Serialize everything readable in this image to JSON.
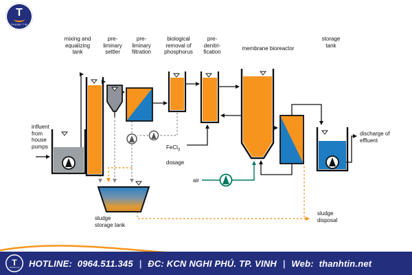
{
  "logo": {
    "letter": "T",
    "company": "THANH TIN"
  },
  "stages": [
    {
      "label": "mixing and\nequalizing\ntank"
    },
    {
      "label": "pre-\nliminary\nsettler"
    },
    {
      "label": "pre-\nliminary\nfiltration"
    },
    {
      "label": "biological\nremoval of\nphosphorus"
    },
    {
      "label": "pre-\ndenitri-\nfication"
    },
    {
      "label": "membrane bioreactor"
    },
    {
      "label": "storage\ntank"
    }
  ],
  "annotations": {
    "influent": "influent\nfrom\nhouse\npumps",
    "fecl_formula": "FeCl",
    "fecl_sub": "3",
    "fecl_line2": "dosage",
    "air": "air",
    "sludge_storage": "sludge\nstorage tank",
    "sludge_disposal": "sludge\ndisposal",
    "discharge": "discharge of\neffluent"
  },
  "footer": {
    "hotline_label": "HOTLINE:",
    "hotline_number": "0964.511.345",
    "sep1": "|",
    "address": "ĐC: KCN NGHI PHÚ. TP. VINH",
    "sep2": "|",
    "web_label": "Web:",
    "web_value": "thanhtin.net"
  },
  "colors": {
    "orange": "#F7941D",
    "blue": "#1E7DC2",
    "navy": "#232E7D",
    "gray": "#8F949A",
    "green": "#00785F"
  }
}
